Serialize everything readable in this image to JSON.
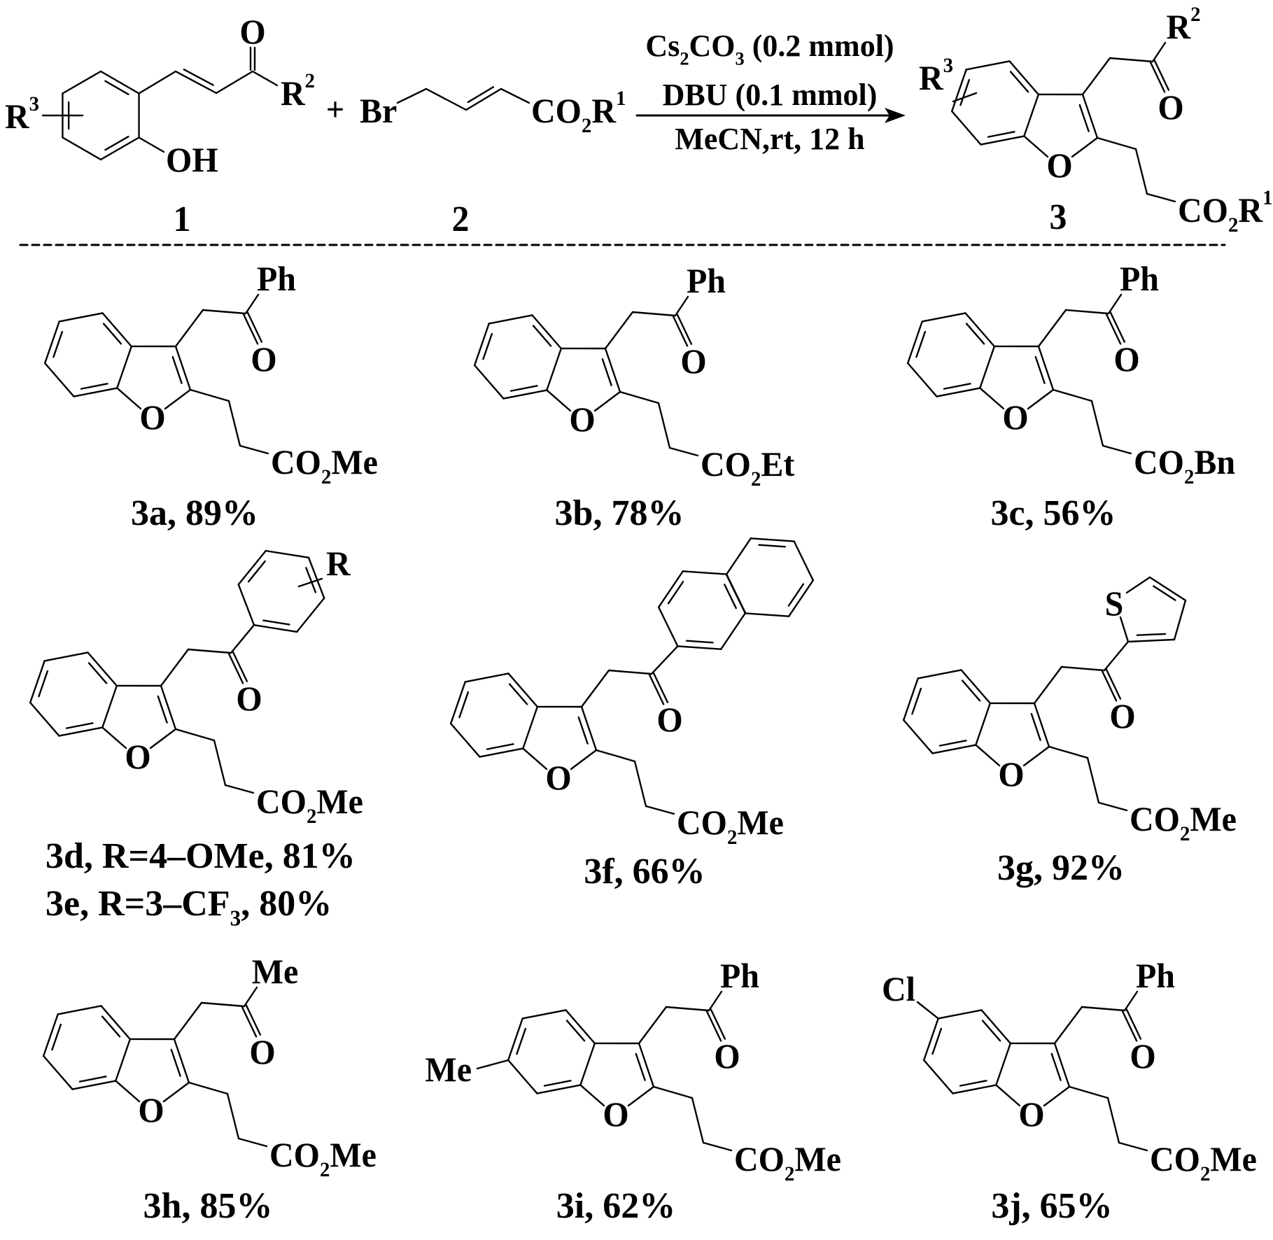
{
  "scheme": {
    "reactant_1": {
      "carbonyl_o": "O",
      "r2": "R",
      "r2_sup": "2",
      "r3": "R",
      "r3_sup": "3",
      "oh": "OH",
      "number": "1"
    },
    "plus": "+",
    "reactant_2": {
      "br": "Br",
      "ester": "CO",
      "ester_sub": "2",
      "r": "R",
      "r_sup": "1",
      "number": "2"
    },
    "conditions": {
      "line1_a": "Cs",
      "line1_sub1": "2",
      "line1_b": "CO",
      "line1_sub2": "3",
      "line1_c": " (0.2 mmol)",
      "line2": "DBU (0.1 mmol)",
      "line3": "MeCN,rt, 12 h"
    },
    "product_3": {
      "ring_o": "O",
      "carbonyl_o": "O",
      "r2": "R",
      "r2_sup": "2",
      "r3": "R",
      "r3_sup": "3",
      "ester": "CO",
      "ester_sub": "2",
      "r": "R",
      "r_sup": "1",
      "number": "3"
    }
  },
  "products": [
    {
      "id": "3a",
      "label": "3a, 89%",
      "r2": "Ph",
      "ring_o": "O",
      "carbonyl_o": "O",
      "ester": "CO",
      "ester_sub": "2",
      "ester_group": "Me"
    },
    {
      "id": "3b",
      "label": "3b, 78%",
      "r2": "Ph",
      "ring_o": "O",
      "carbonyl_o": "O",
      "ester": "CO",
      "ester_sub": "2",
      "ester_group": "Et"
    },
    {
      "id": "3c",
      "label": "3c, 56%",
      "r2": "Ph",
      "ring_o": "O",
      "carbonyl_o": "O",
      "ester": "CO",
      "ester_sub": "2",
      "ester_group": "Bn"
    },
    {
      "id": "3d/3e",
      "label": "3d, R=4–OMe, 81%",
      "label2_a": "3e, R=3–CF",
      "label2_sub": "3",
      "label2_b": ", 80%",
      "aryl_substituent": "R",
      "ring_o": "O",
      "carbonyl_o": "O",
      "ester": "CO",
      "ester_sub": "2",
      "ester_group": "Me"
    },
    {
      "id": "3f",
      "label": "3f, 66%",
      "ring_o": "O",
      "carbonyl_o": "O",
      "ester": "CO",
      "ester_sub": "2",
      "ester_group": "Me"
    },
    {
      "id": "3g",
      "label": "3g, 92%",
      "thiophene_s": "S",
      "ring_o": "O",
      "carbonyl_o": "O",
      "ester": "CO",
      "ester_sub": "2",
      "ester_group": "Me"
    },
    {
      "id": "3h",
      "label": "3h, 85%",
      "r2": "Me",
      "ring_o": "O",
      "carbonyl_o": "O",
      "ester": "CO",
      "ester_sub": "2",
      "ester_group": "Me"
    },
    {
      "id": "3i",
      "label": "3i, 62%",
      "r2": "Ph",
      "ring_substituent": "Me",
      "ring_o": "O",
      "carbonyl_o": "O",
      "ester": "CO",
      "ester_sub": "2",
      "ester_group": "Me"
    },
    {
      "id": "3j",
      "label": "3j, 65%",
      "r2": "Ph",
      "ring_substituent": "Cl",
      "ring_o": "O",
      "carbonyl_o": "O",
      "ester": "CO",
      "ester_sub": "2",
      "ester_group": "Me"
    }
  ]
}
